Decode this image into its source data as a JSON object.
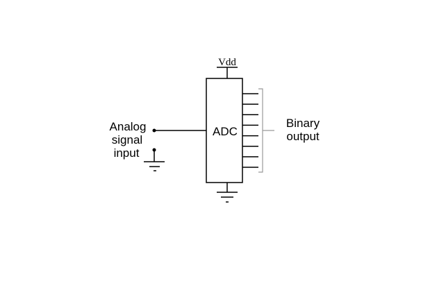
{
  "diagram": {
    "supply_label": "Vdd",
    "block_label": "ADC",
    "input_label": [
      "Analog",
      "signal",
      "input"
    ],
    "output_label": [
      "Binary",
      "output"
    ],
    "output_bits": 8
  }
}
